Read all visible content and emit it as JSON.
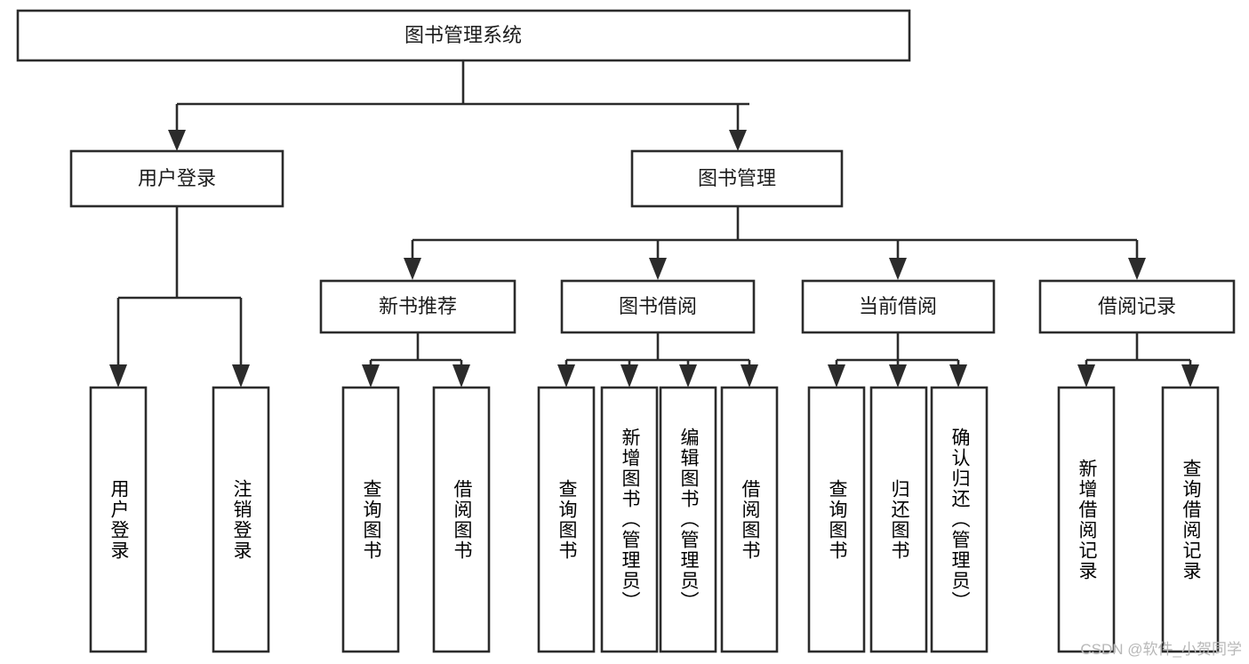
{
  "diagram": {
    "type": "tree-hierarchy-chart",
    "title": "图书管理系统",
    "orientation": "top-down",
    "colors": {
      "box_fill": "#ffffff",
      "box_stroke": "#2b2b2b",
      "connector": "#2b2b2b",
      "text": "#1c1c1c",
      "background": "#ffffff",
      "watermark": "#b8b8b8"
    },
    "root": {
      "id": "root",
      "label": "图书管理系统",
      "orientation": "horizontal"
    },
    "level2": [
      {
        "id": "user-login",
        "label": "用户登录",
        "orientation": "horizontal"
      },
      {
        "id": "book-management",
        "label": "图书管理",
        "orientation": "horizontal"
      }
    ],
    "level3": [
      {
        "id": "new-book-recommend",
        "label": "新书推荐",
        "orientation": "horizontal",
        "parent": "book-management"
      },
      {
        "id": "book-borrow",
        "label": "图书借阅",
        "orientation": "horizontal",
        "parent": "book-management"
      },
      {
        "id": "current-borrow",
        "label": "当前借阅",
        "orientation": "horizontal",
        "parent": "book-management"
      },
      {
        "id": "borrow-record",
        "label": "借阅记录",
        "orientation": "horizontal",
        "parent": "book-management"
      }
    ],
    "leaves": [
      {
        "id": "leaf-user-login",
        "label": "用户登录",
        "orientation": "vertical",
        "parent": "user-login"
      },
      {
        "id": "leaf-logout-login",
        "label": "注销登录",
        "orientation": "vertical",
        "parent": "user-login"
      },
      {
        "id": "leaf-query-book-1",
        "label": "查询图书",
        "orientation": "vertical",
        "parent": "new-book-recommend"
      },
      {
        "id": "leaf-borrow-book-1",
        "label": "借阅图书",
        "orientation": "vertical",
        "parent": "new-book-recommend"
      },
      {
        "id": "leaf-query-book-2",
        "label": "查询图书",
        "orientation": "vertical",
        "parent": "book-borrow"
      },
      {
        "id": "leaf-add-book",
        "label": "新增图书（管理员）",
        "orientation": "vertical",
        "parent": "book-borrow"
      },
      {
        "id": "leaf-edit-book",
        "label": "编辑图书（管理员）",
        "orientation": "vertical",
        "parent": "book-borrow"
      },
      {
        "id": "leaf-borrow-book-2",
        "label": "借阅图书",
        "orientation": "vertical",
        "parent": "book-borrow"
      },
      {
        "id": "leaf-query-book-3",
        "label": "查询图书",
        "orientation": "vertical",
        "parent": "current-borrow"
      },
      {
        "id": "leaf-return-book",
        "label": "归还图书",
        "orientation": "vertical",
        "parent": "current-borrow"
      },
      {
        "id": "leaf-confirm-return",
        "label": "确认归还（管理员）",
        "orientation": "vertical",
        "parent": "current-borrow"
      },
      {
        "id": "leaf-add-record",
        "label": "新增借阅记录",
        "orientation": "vertical",
        "parent": "borrow-record"
      },
      {
        "id": "leaf-query-record",
        "label": "查询借阅记录",
        "orientation": "vertical",
        "parent": "borrow-record"
      }
    ]
  },
  "watermark": {
    "text": "CSDN @软件_小贺同学"
  }
}
